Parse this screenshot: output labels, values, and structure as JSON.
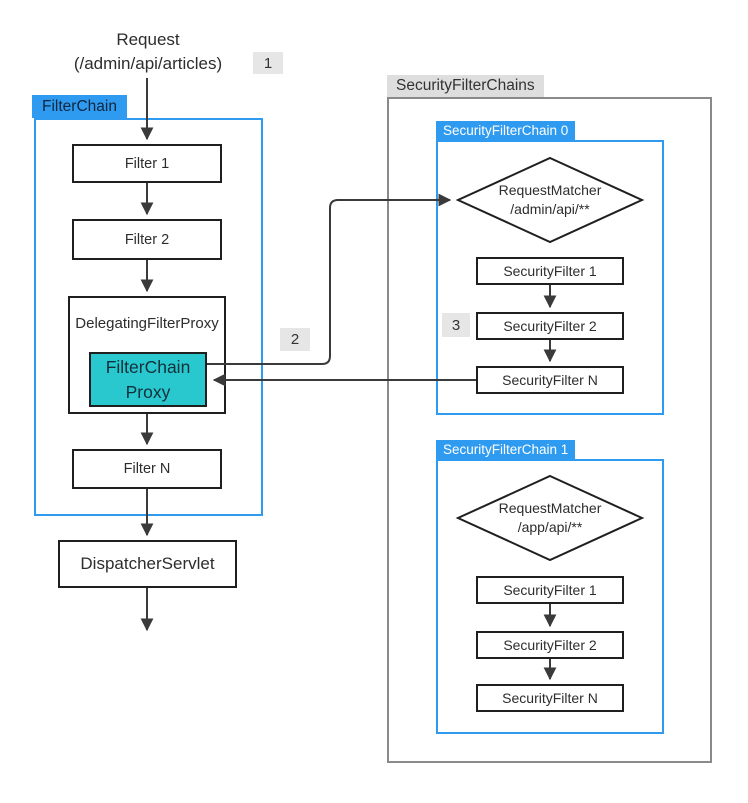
{
  "request": {
    "line1": "Request",
    "line2": "(/admin/api/articles)"
  },
  "badges": {
    "step1": "1",
    "step2": "2",
    "step3": "3"
  },
  "filter_chain": {
    "label": "FilterChain",
    "filter_1": "Filter 1",
    "filter_2": "Filter 2",
    "delegating_filter_proxy": "DelegatingFilterProxy",
    "filter_chain_proxy": {
      "line1": "FilterChain",
      "line2": "Proxy"
    },
    "filter_n": "Filter N"
  },
  "dispatcher_servlet": "DispatcherServlet",
  "security": {
    "label": "SecurityFilterChains",
    "chains": [
      {
        "label": "SecurityFilterChain 0",
        "matcher_line1": "RequestMatcher",
        "matcher_line2": "/admin/api/**",
        "filters": [
          "SecurityFilter 1",
          "SecurityFilter 2",
          "SecurityFilter N"
        ]
      },
      {
        "label": "SecurityFilterChain 1",
        "matcher_line1": "RequestMatcher",
        "matcher_line2": "/app/api/**",
        "filters": [
          "SecurityFilter 1",
          "SecurityFilter 2",
          "SecurityFilter N"
        ]
      }
    ]
  },
  "colors": {
    "blue": "#2e9bf0",
    "cyan": "#29c8cf",
    "box_border": "#1f1f1f",
    "outer_border": "#8a8a8a",
    "badge_bg": "#e6e6e6",
    "arrow": "#3a3a3a"
  }
}
